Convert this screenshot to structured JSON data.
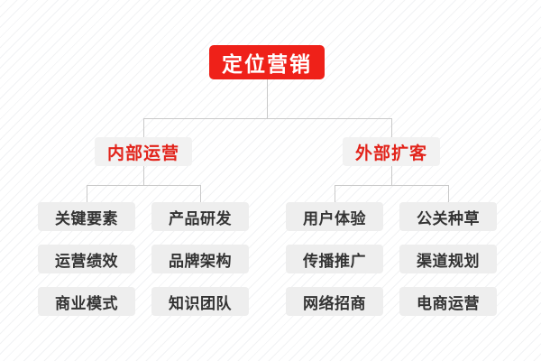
{
  "diagram": {
    "title": "定位营销",
    "root": {
      "label": "定位营销",
      "color": "#ef2119",
      "text_color": "#ffffff"
    },
    "branches": [
      {
        "label": "内部运营",
        "color": "#f2f2f2",
        "text_color": "#e2231a",
        "children": [
          {
            "label": "关键要素"
          },
          {
            "label": "产品研发"
          },
          {
            "label": "运营绩效"
          },
          {
            "label": "品牌架构"
          },
          {
            "label": "商业模式"
          },
          {
            "label": "知识团队"
          }
        ]
      },
      {
        "label": "外部扩客",
        "color": "#f2f2f2",
        "text_color": "#e2231a",
        "children": [
          {
            "label": "用户体验"
          },
          {
            "label": "公关种草"
          },
          {
            "label": "传播推广"
          },
          {
            "label": "渠道规划"
          },
          {
            "label": "网络招商"
          },
          {
            "label": "电商运营"
          }
        ]
      }
    ],
    "leaf_color": "#eeeeee",
    "leaf_text_color": "#333333",
    "connector_color": "#c9c9c9",
    "background_color": "#ffffff",
    "stripe_color": "#f1f2f4"
  }
}
